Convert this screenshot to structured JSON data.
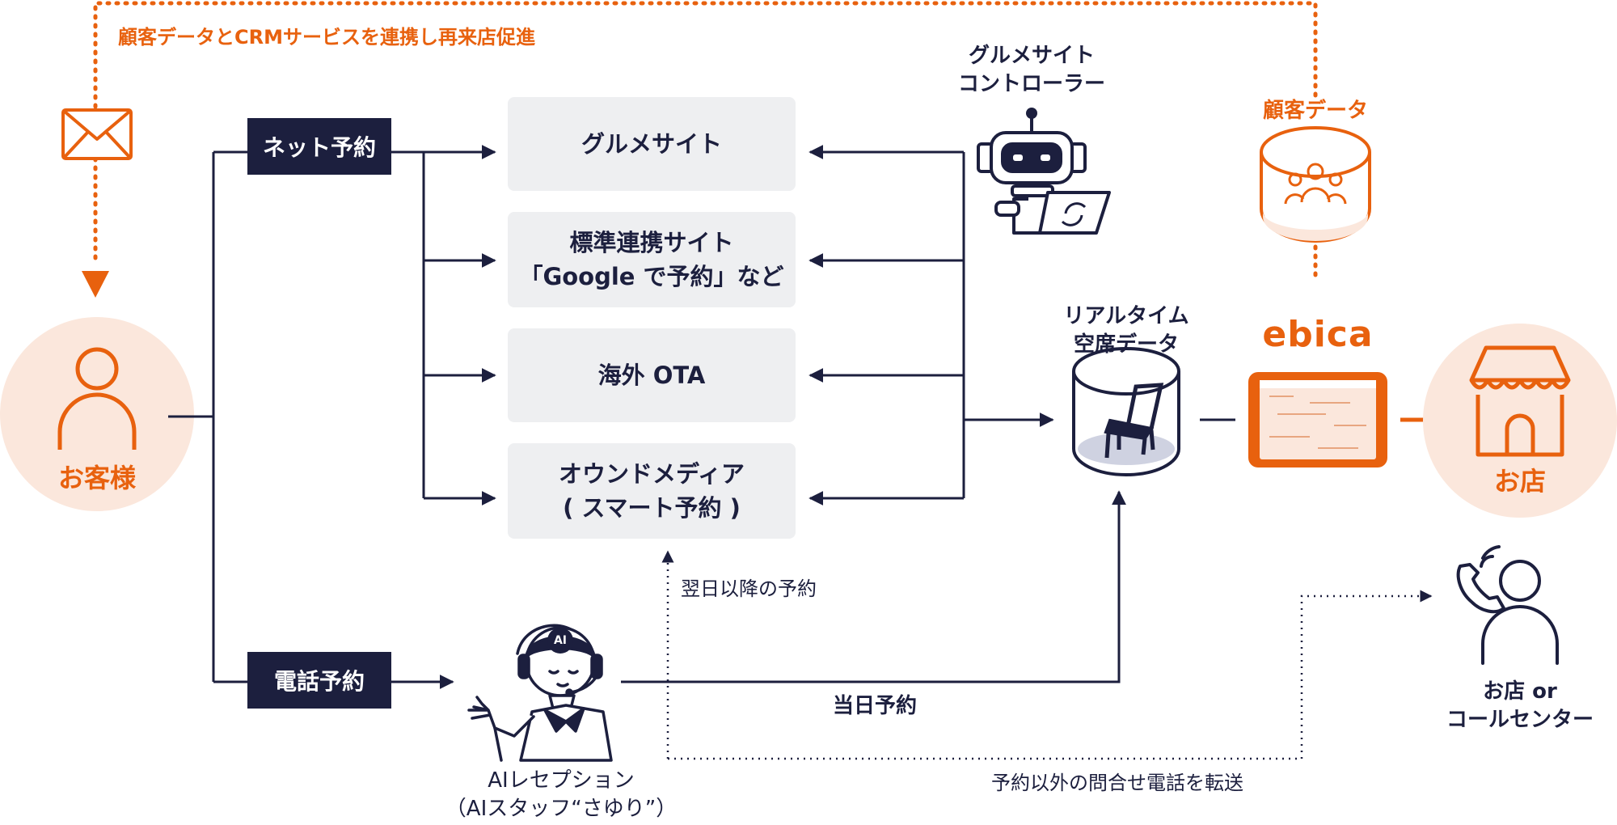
{
  "top_loop_label": "顧客データとCRMサービスを連携し再来店促進",
  "customer": {
    "label": "お客様"
  },
  "net_reservation": {
    "label": "ネット予約"
  },
  "phone_reservation": {
    "label": "電話予約"
  },
  "channels": [
    {
      "line1": "グルメサイト",
      "line2": ""
    },
    {
      "line1": "標準連携サイト",
      "line2": "「Google で予約」など"
    },
    {
      "line1": "海外 OTA",
      "line2": ""
    },
    {
      "line1": "オウンドメディア",
      "line2": "( スマート予約 )"
    }
  ],
  "gourmet_controller": {
    "line1": "グルメサイト",
    "line2": "コントローラー"
  },
  "realtime_seats": {
    "line1": "リアルタイム",
    "line2": "空席データ"
  },
  "customer_data": {
    "label": "顧客データ"
  },
  "ebica": {
    "logo": "ebica"
  },
  "store": {
    "label": "お店"
  },
  "ai_reception": {
    "line1": "AIレセプション",
    "line2": "（AIスタッフ“さゆり”）",
    "badge": "AI"
  },
  "next_day_label": "翌日以降の予約",
  "same_day_label": "当日予約",
  "forward_label": "予約以外の問合せ電話を転送",
  "call_center": {
    "line1": "お店 or",
    "line2": "コールセンター"
  },
  "colors": {
    "navy": "#1c1f3e",
    "orange": "#e8610e",
    "peach": "#fbe7dc",
    "box_gray": "#eeeff1"
  }
}
